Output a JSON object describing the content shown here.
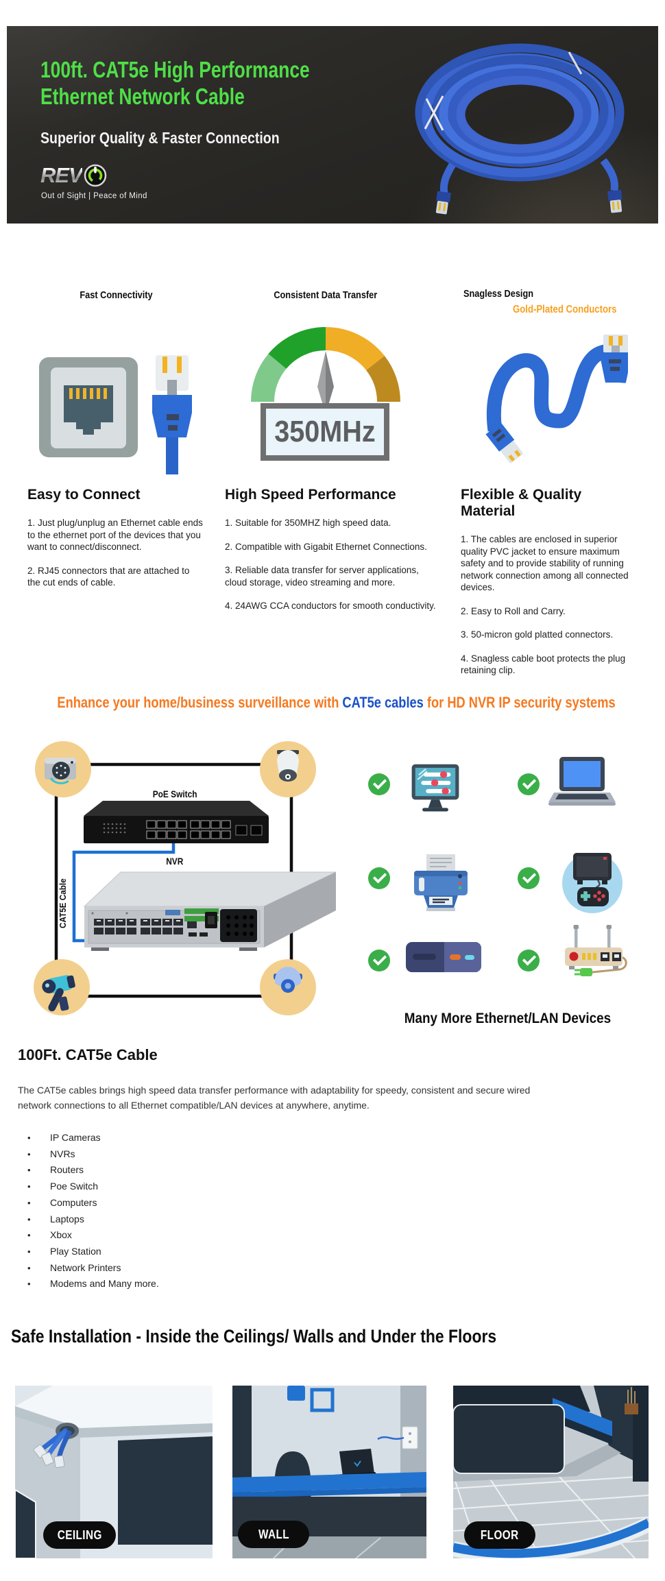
{
  "banner": {
    "title_line1": "100ft. CAT5e High Performance",
    "title_line2": "Ethernet Network Cable",
    "subtitle": "Superior Quality & Faster Connection",
    "logo_text": "REV",
    "logo_tagline": "Out of Sight | Peace of Mind"
  },
  "features": {
    "fast": {
      "title": "Fast Connectivity"
    },
    "transfer": {
      "title": "Consistent Data Transfer",
      "badge": "350MHz"
    },
    "snagless": {
      "title": "Snagless Design",
      "subtitle": "Gold-Plated Conductors"
    }
  },
  "columns": [
    {
      "title": "Easy to Connect",
      "items": [
        "1. Just plug/unplug an Ethernet cable ends to the ethernet port of the devices that you want to connect/disconnect.",
        "2. RJ45 connectors that are attached to the cut ends of cable."
      ]
    },
    {
      "title": "High Speed Performance",
      "items": [
        "1. Suitable for 350MHZ high speed data.",
        "2. Compatible with Gigabit Ethernet Connections.",
        "3. Reliable data transfer for server applications, cloud storage, video streaming and more.",
        "4. 24AWG CCA conductors for smooth conductivity."
      ]
    },
    {
      "title": "Flexible & Quality Material",
      "items": [
        "1. The cables are enclosed in superior quality PVC jacket to ensure maximum safety and to provide stability of running network connection among all connected devices.",
        "2. Easy to Roll and Carry.",
        "3. 50-micron gold platted connectors.",
        "4. Snagless cable boot protects the plug retaining clip."
      ]
    }
  ],
  "surveillance": {
    "headline_prefix": "Enhance your home/business surveillance with ",
    "headline_highlight": "CAT5e cables",
    "headline_suffix": " for HD NVR IP security systems",
    "poe_switch_label": "PoE Switch",
    "nvr_label": "NVR",
    "cable_label": "CAT5E Cable",
    "devices_caption": "Many More Ethernet/LAN Devices"
  },
  "cable_section": {
    "title": "100Ft. CAT5e Cable",
    "paragraph": "The CAT5e cables brings high speed data transfer performance with adaptability for speedy, consistent and secure wired network connections to all Ethernet compatible/LAN devices at anywhere, anytime.",
    "bullets": [
      "IP Cameras",
      "NVRs",
      "Routers",
      "Poe Switch",
      "Computers",
      "Laptops",
      "Xbox",
      "Play Station",
      "Network Printers",
      "Modems and Many more."
    ]
  },
  "installation": {
    "title": "Safe Installation - Inside the Ceilings/ Walls and Under the Floors",
    "cards": [
      {
        "label": "CEILING"
      },
      {
        "label": "WALL"
      },
      {
        "label": "FLOOR"
      }
    ]
  },
  "colors": {
    "accent_green": "#4fdf47",
    "accent_orange": "#f5791f",
    "highlight_blue": "#1b50c8",
    "check_green": "#3aae49",
    "cable_blue": "#2e6bd3"
  }
}
